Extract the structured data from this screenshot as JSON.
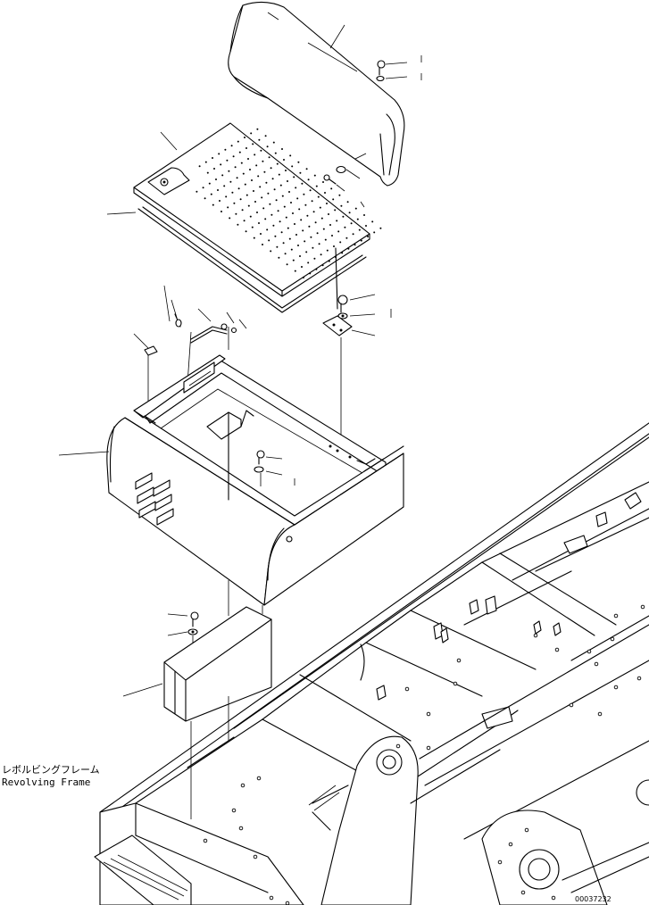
{
  "labels": {
    "revolving_frame_jp": "レボルビングフレーム",
    "revolving_frame_en": "Revolving Frame",
    "drawing_code": "00037232"
  }
}
